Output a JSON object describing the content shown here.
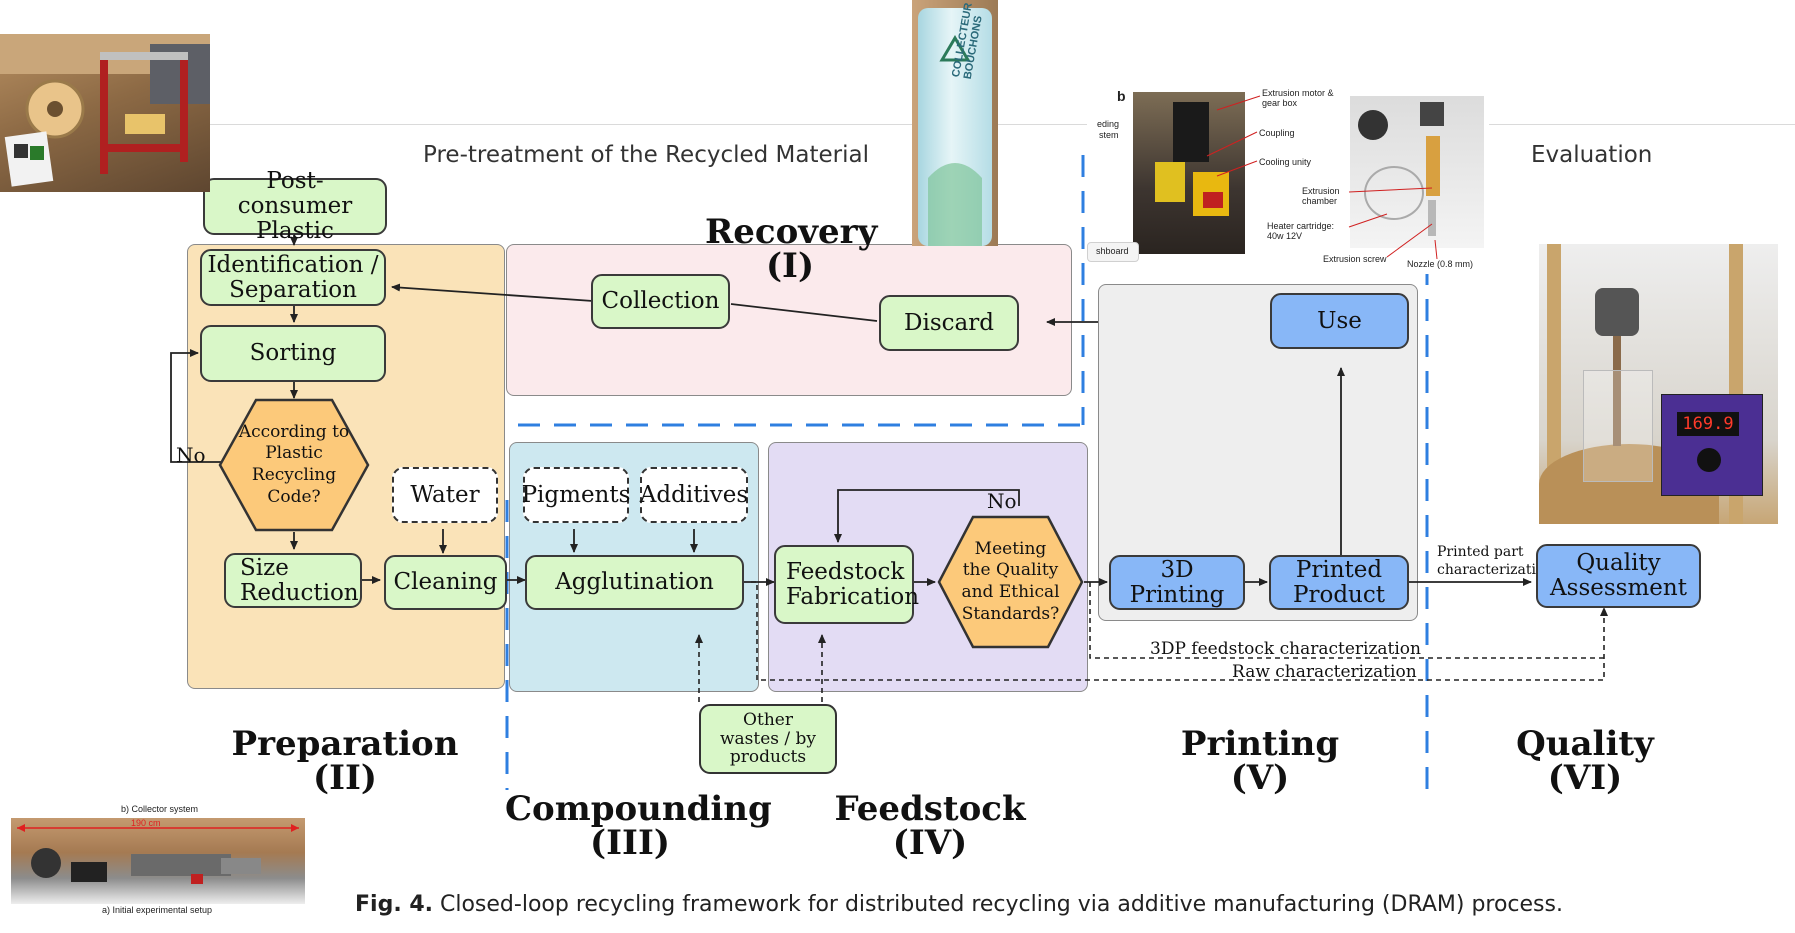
{
  "sections": {
    "pretreatment": "Pre-treatment of the Recycled Material",
    "evaluation": "Evaluation"
  },
  "stages": {
    "recovery": [
      "Recovery",
      "(I)"
    ],
    "preparation": [
      "Preparation",
      "(II)"
    ],
    "compounding": [
      "Compounding",
      "(III)"
    ],
    "feedstock": [
      "Feedstock",
      "(IV)"
    ],
    "printing": [
      "Printing",
      "(V)"
    ],
    "quality": [
      "Quality",
      "(VI)"
    ]
  },
  "nodes": {
    "post_consumer": "Post-consumer Plastic",
    "identification": "Identification / Separation",
    "sorting": "Sorting",
    "recycling_code": "According to Plastic Recycling Code?",
    "size_reduction": "Size Reduction",
    "cleaning": "Cleaning",
    "water": "Water",
    "collection": "Collection",
    "discard": "Discard",
    "pigments": "Pigments",
    "additives": "Additives",
    "agglutination": "Agglutination",
    "feedstock_fabrication": "Feedstock Fabrication",
    "standards": "Meeting the Quality and Ethical Standards?",
    "other_wastes": "Other wastes / by products",
    "use": "Use",
    "printing_3d": "3D Printing",
    "printed_product": "Printed Product",
    "quality_assessment": "Quality Assessment"
  },
  "edge_labels": {
    "no_sorting": "No",
    "no_standards": "No",
    "printed_part": "Printed part characterization",
    "feedstock_char": "3DP feedstock characterization",
    "raw_char": "Raw characterization"
  },
  "photos": {
    "collector": {
      "text": "COLLECTEUR BOUCHONS"
    },
    "extruder": {
      "panel_label": "b",
      "callouts": [
        "Extrusion motor & gear box",
        "Coupling",
        "Cooling unity",
        "Extrusion chamber",
        "Heater cartridge: 40w 12V",
        "Extrusion screw",
        "Nozzle (0.8 mm)"
      ],
      "left_partial": [
        "eding",
        "stem"
      ],
      "tab": "shboard"
    },
    "setup": {
      "top": "b) Collector system",
      "measure": "190 cm",
      "bottom": "a) Initial experimental setup"
    },
    "meter": {
      "display": "169.9"
    }
  },
  "caption": {
    "label": "Fig. 4.",
    "text": "Closed-loop recycling framework for distributed recycling via additive manufacturing (DRAM) process."
  },
  "colors": {
    "box_green": "#d9f7c8",
    "box_blue": "#88b7f7",
    "hex_orange": "#fcc97a",
    "recovery_bg": "#fbeaec",
    "preparation_bg": "#fae3b8",
    "compounding_bg": "#cde8f0",
    "feedstock_bg": "#e3dcf4",
    "printing_bg": "#eeeeee",
    "divider_blue": "#2f7fe0"
  }
}
